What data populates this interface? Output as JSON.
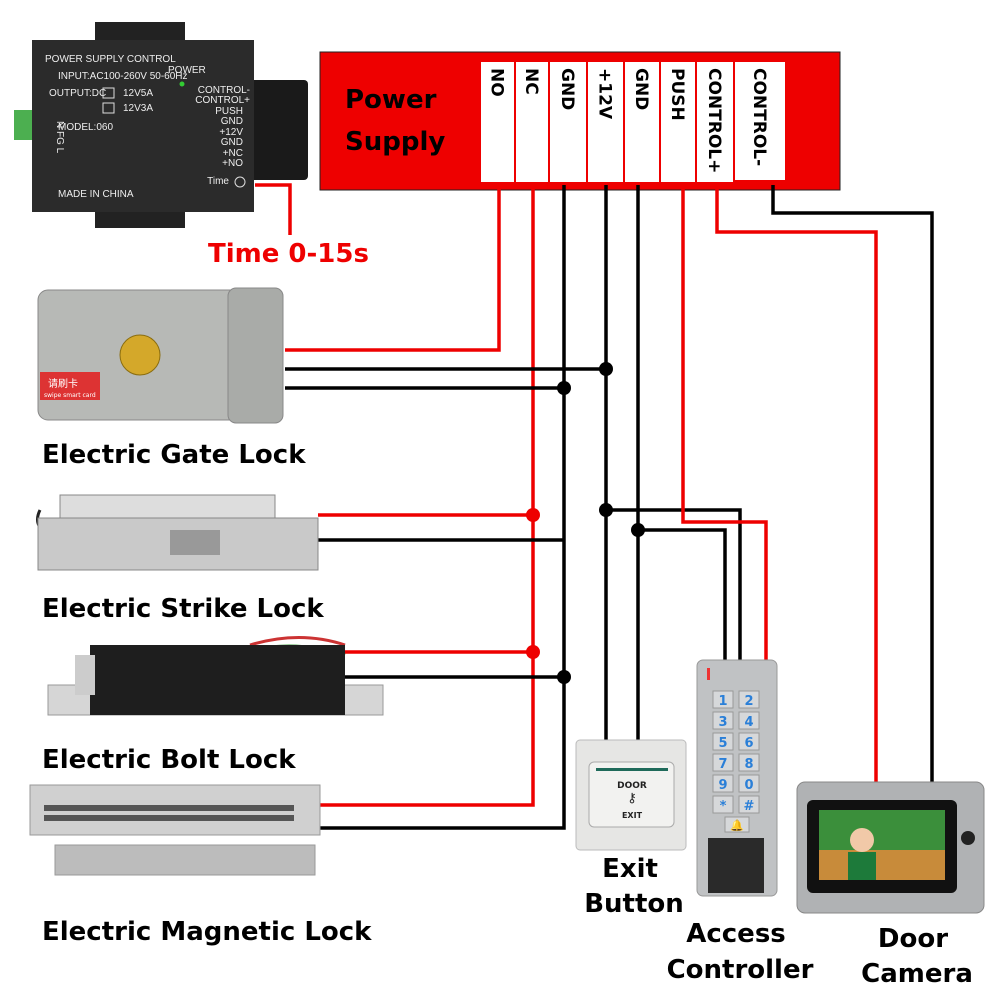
{
  "power_supply_device": {
    "title": "POWER SUPPLY CONTROL",
    "input": "INPUT:AC100-260V 50-60Hz",
    "power_led_label": "POWER",
    "output_label": "OUTPUT:DC",
    "option_5a": "12V5A",
    "option_3a": "12V3A",
    "model": "MODEL:060",
    "ac_terminals": "N FG L",
    "made_in": "MADE IN CHINA",
    "terminals": [
      "CONTROL-",
      "CONTROL+",
      "PUSH",
      "GND",
      "+12V",
      "GND",
      "+NC",
      "+NO"
    ],
    "time_knob": "Time"
  },
  "time_label": "Time 0-15s",
  "terminal_block": {
    "title_line1": "Power",
    "title_line2": "Supply",
    "terminals": [
      "NO",
      "NC",
      "GND",
      "+12V",
      "GND",
      "PUSH",
      "CONTROL+",
      "CONTROL-"
    ]
  },
  "devices": {
    "gate_lock": "Electric Gate Lock",
    "gate_lock_sticker": "请刷卡",
    "gate_lock_sticker_sub": "swipe smart card",
    "strike_lock": "Electric Strike Lock",
    "bolt_lock": "Electric Bolt Lock",
    "magnetic_lock": "Electric Magnetic Lock",
    "exit_button_line1": "Exit",
    "exit_button_line2": "Button",
    "exit_plate_top": "DOOR",
    "exit_plate_bottom": "EXIT",
    "access_controller_line1": "Access",
    "access_controller_line2": "Controller",
    "keypad_keys": [
      "1",
      "2",
      "3",
      "4",
      "5",
      "6",
      "7",
      "8",
      "9",
      "0",
      "*",
      "#"
    ],
    "door_camera_line1": "Door",
    "door_camera_line2": "Camera"
  },
  "colors": {
    "red_wire": "#ee0000",
    "black_wire": "#000000",
    "terminal_block": "#ee0000",
    "keypad_digits": "#2a7fd8"
  }
}
